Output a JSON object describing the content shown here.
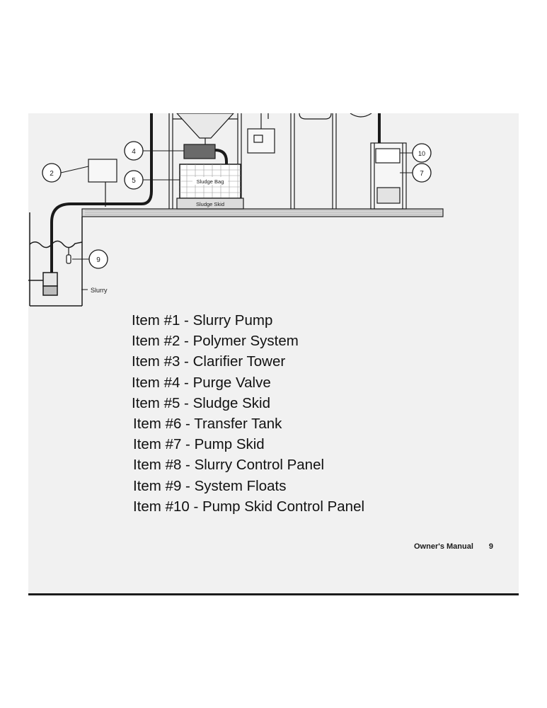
{
  "diagram": {
    "callouts": [
      "2",
      "4",
      "5",
      "7",
      "9",
      "10"
    ],
    "labels": {
      "sludge_bag": "Sludge Bag",
      "sludge_skid": "Sludge Skid",
      "slurry": "Slurry"
    }
  },
  "legend": {
    "items": [
      "Item #1 - Slurry Pump",
      "Item #2 - Polymer System",
      "Item #3 - Clarifier Tower",
      "Item #4 - Purge Valve",
      "Item #5 - Sludge Skid",
      "Item #6 - Transfer Tank",
      "Item #7 - Pump Skid",
      "Item #8 - Slurry Control Panel",
      "Item #9 - System Floats",
      "Item #10 - Pump Skid Control Panel"
    ]
  },
  "footer": {
    "manual_label": "Owner's Manual",
    "page_number": "9"
  },
  "colors": {
    "ink": "#1a1a1a",
    "paper": "#f1f1f1",
    "bleed_through": "#c9c9c9"
  }
}
